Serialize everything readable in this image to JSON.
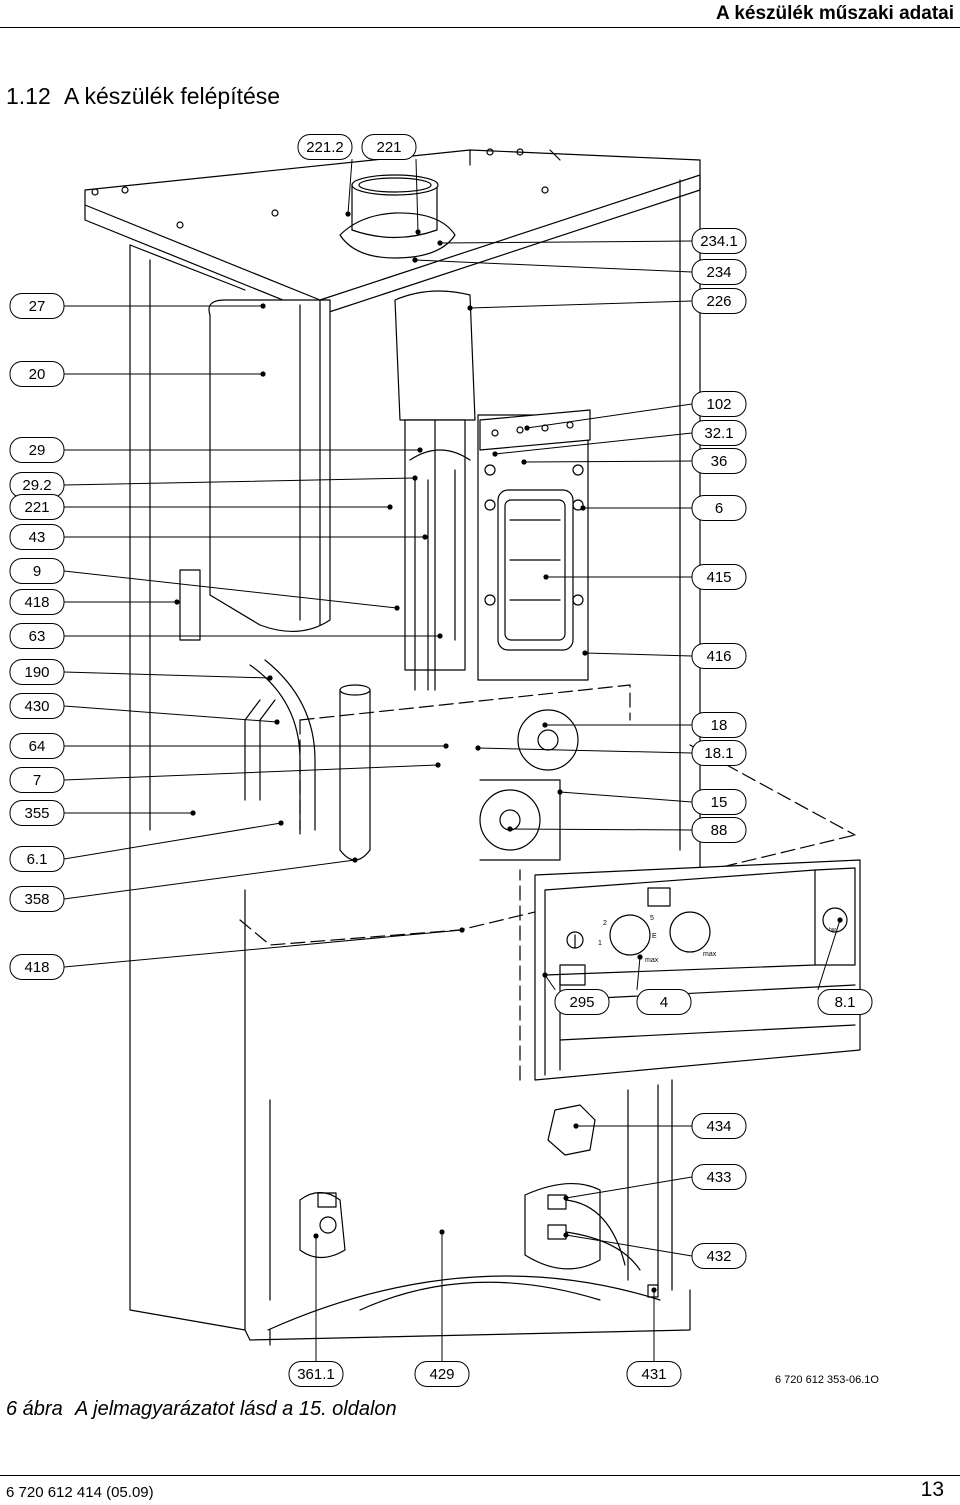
{
  "header": {
    "title": "A készülék műszaki adatai"
  },
  "section": {
    "number": "1.12",
    "title": "A készülék felépítése"
  },
  "labels": {
    "left": [
      "27",
      "20",
      "29",
      "29.2",
      "221",
      "43",
      "9",
      "418",
      "63",
      "190",
      "430",
      "64",
      "7",
      "355",
      "6.1",
      "358",
      "418"
    ],
    "right": [
      "234.1",
      "234",
      "226",
      "102",
      "32.1",
      "36",
      "6",
      "415",
      "416",
      "18",
      "18.1",
      "15",
      "88",
      "434",
      "433",
      "432"
    ],
    "top": [
      "221.2",
      "221"
    ],
    "panel": [
      "295",
      "4",
      "8.1"
    ],
    "bottom": [
      "361.1",
      "429",
      "431"
    ]
  },
  "panel_text": {
    "max1": "max",
    "max2": "max",
    "bar": "bar",
    "d1": "2",
    "d2": "5",
    "d3": "1",
    "d4": "E"
  },
  "figure": {
    "label": "6 ábra",
    "caption": "A jelmagyarázatot lásd a 15. oldalon",
    "code": "6 720 612 353-06.1O"
  },
  "footer": {
    "doc_number": "6 720 612 414 (05.09)",
    "page": "13"
  }
}
